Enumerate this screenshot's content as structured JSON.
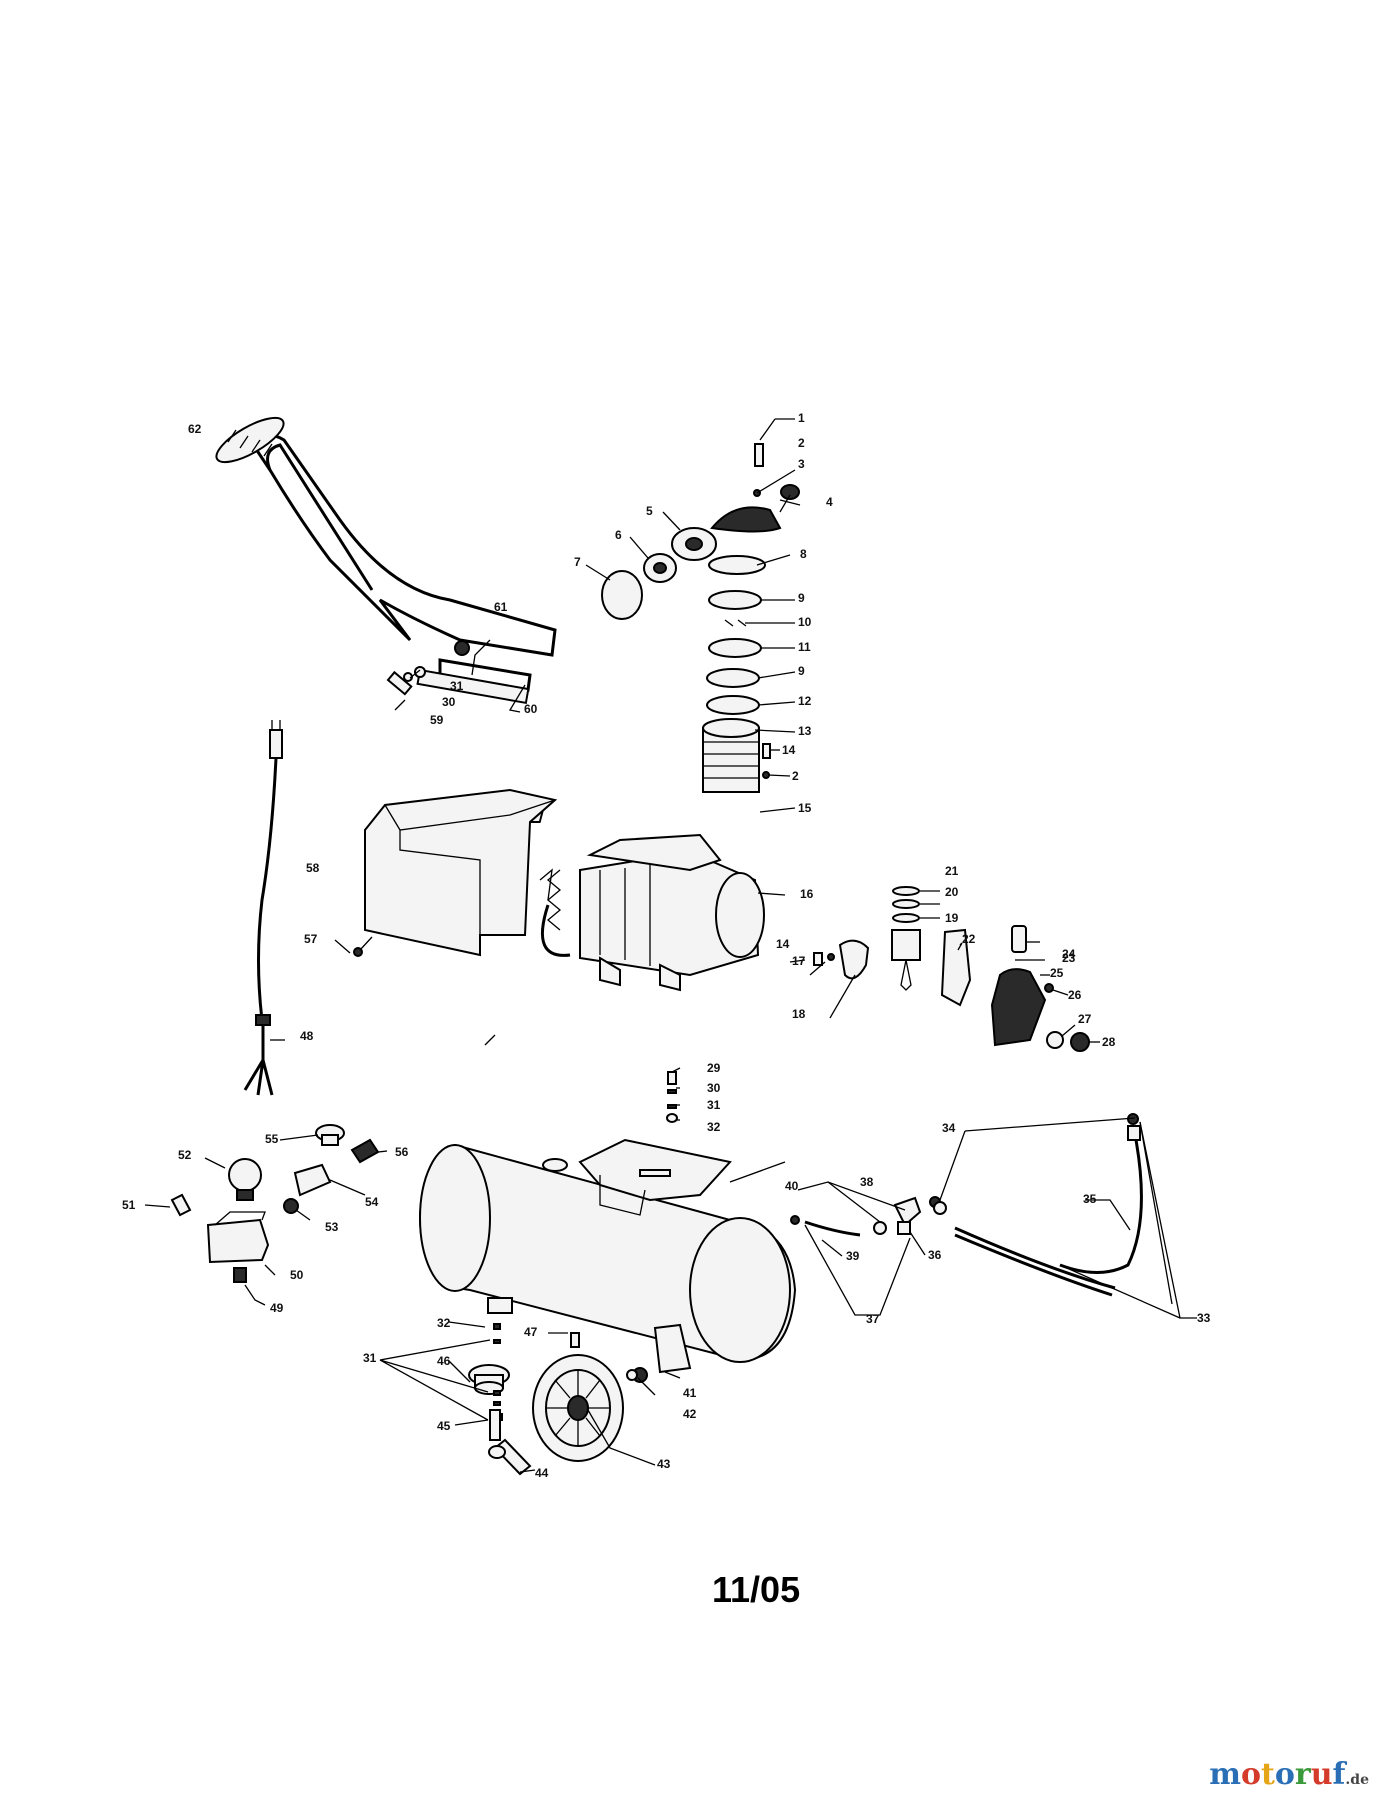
{
  "labels": [
    "1",
    "2",
    "3",
    "4",
    "5",
    "6",
    "7",
    "8",
    "9",
    "10",
    "11",
    "9",
    "12",
    "13",
    "14",
    "2",
    "15",
    "16",
    "17",
    "14",
    "18",
    "19",
    "20",
    "21",
    "22",
    "23",
    "24",
    "25",
    "26",
    "27",
    "28",
    "29",
    "30",
    "31",
    "32",
    "33",
    "33",
    "34",
    "35",
    "36",
    "37",
    "37",
    "38",
    "39",
    "40",
    "41",
    "42",
    "43",
    "44",
    "45",
    "46",
    "47",
    "31",
    "32",
    "48",
    "49",
    "50",
    "51",
    "52",
    "53",
    "54",
    "55",
    "56",
    "57",
    "58",
    "59",
    "30",
    "31",
    "60",
    "61",
    "62"
  ],
  "date_code": "11/05",
  "watermark": {
    "letters": [
      "m",
      "o",
      "t",
      "o",
      "r",
      "u",
      "f"
    ],
    "colors": [
      "#2a6fb5",
      "#d43b2a",
      "#e6a417",
      "#2a6fb5",
      "#3a9a3a",
      "#d43b2a",
      "#2a6fb5"
    ],
    "suffix": ".de"
  }
}
